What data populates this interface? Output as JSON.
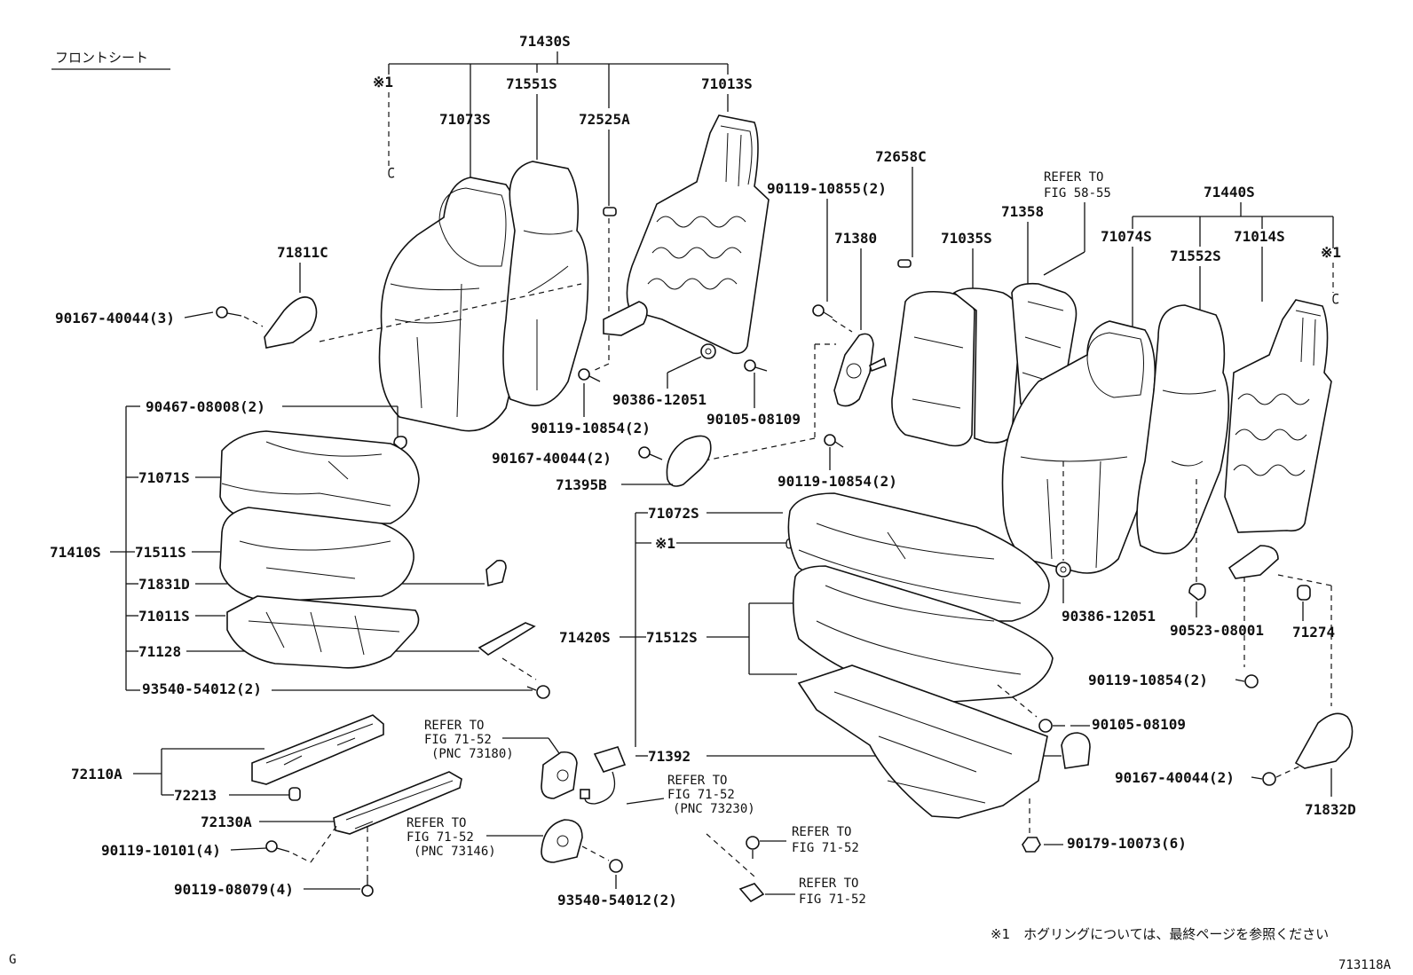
{
  "title": "フロントシート",
  "footnote": "※1　ホグリングについては、最終ページを参照ください",
  "corner_left": "G",
  "corner_right": "713118A",
  "labels": {
    "l71430S": "71430S",
    "l71551S": "71551S",
    "l71073S": "71073S",
    "l72525A": "72525A",
    "l71013S": "71013S",
    "lmark1a": "※1",
    "l71811C": "71811C",
    "l90167_3": "90167-40044(3)",
    "l90119_10855": "90119-10855(2)",
    "l72658C": "72658C",
    "lrefer5855a": "REFER TO",
    "lrefer5855b": "FIG 58-55",
    "l71440S": "71440S",
    "l71380": "71380",
    "l71035S": "71035S",
    "l71358": "71358",
    "l71074S": "71074S",
    "l71552S": "71552S",
    "l71014S": "71014S",
    "lmark1b": "※1",
    "l90386_a": "90386-12051",
    "l90119_10854a": "90119-10854(2)",
    "l90105_a": "90105-08109",
    "l90467": "90467-08008(2)",
    "l90167_2a": "90167-40044(2)",
    "l71395B": "71395B",
    "l90119_10854b": "90119-10854(2)",
    "l71071S": "71071S",
    "l71410S": "71410S",
    "l71511S": "71511S",
    "l71831D": "71831D",
    "l71011S": "71011S",
    "l71128": "71128",
    "l93540_a": "93540-54012(2)",
    "l71072S": "71072S",
    "lmark1c": "※1",
    "l71420S": "71420S",
    "l71512S": "71512S",
    "l90386_b": "90386-12051",
    "l90523": "90523-08001",
    "l71274": "71274",
    "l90119_10854c": "90119-10854(2)",
    "l90105_b": "90105-08109",
    "l71392": "71392",
    "l90167_2b": "90167-40044(2)",
    "l71832D": "71832D",
    "l90179": "90179-10073(6)",
    "l72110A": "72110A",
    "l72213": "72213",
    "l72130A": "72130A",
    "l90119_10101": "90119-10101(4)",
    "l90119_08079": "90119-08079(4)",
    "lref73180a": "REFER TO",
    "lref73180b": "FIG 71-52",
    "lref73180c": "(PNC 73180)",
    "lref73230a": "REFER TO",
    "lref73230b": "FIG 71-52",
    "lref73230c": "(PNC 73230)",
    "lref73146a": "REFER TO",
    "lref73146b": "FIG 71-52",
    "lref73146c": "(PNC 73146)",
    "l93540_b": "93540-54012(2)",
    "lrefA1": "REFER TO",
    "lrefA2": "FIG 71-52",
    "lrefB1": "REFER TO",
    "lrefB2": "FIG 71-52"
  }
}
